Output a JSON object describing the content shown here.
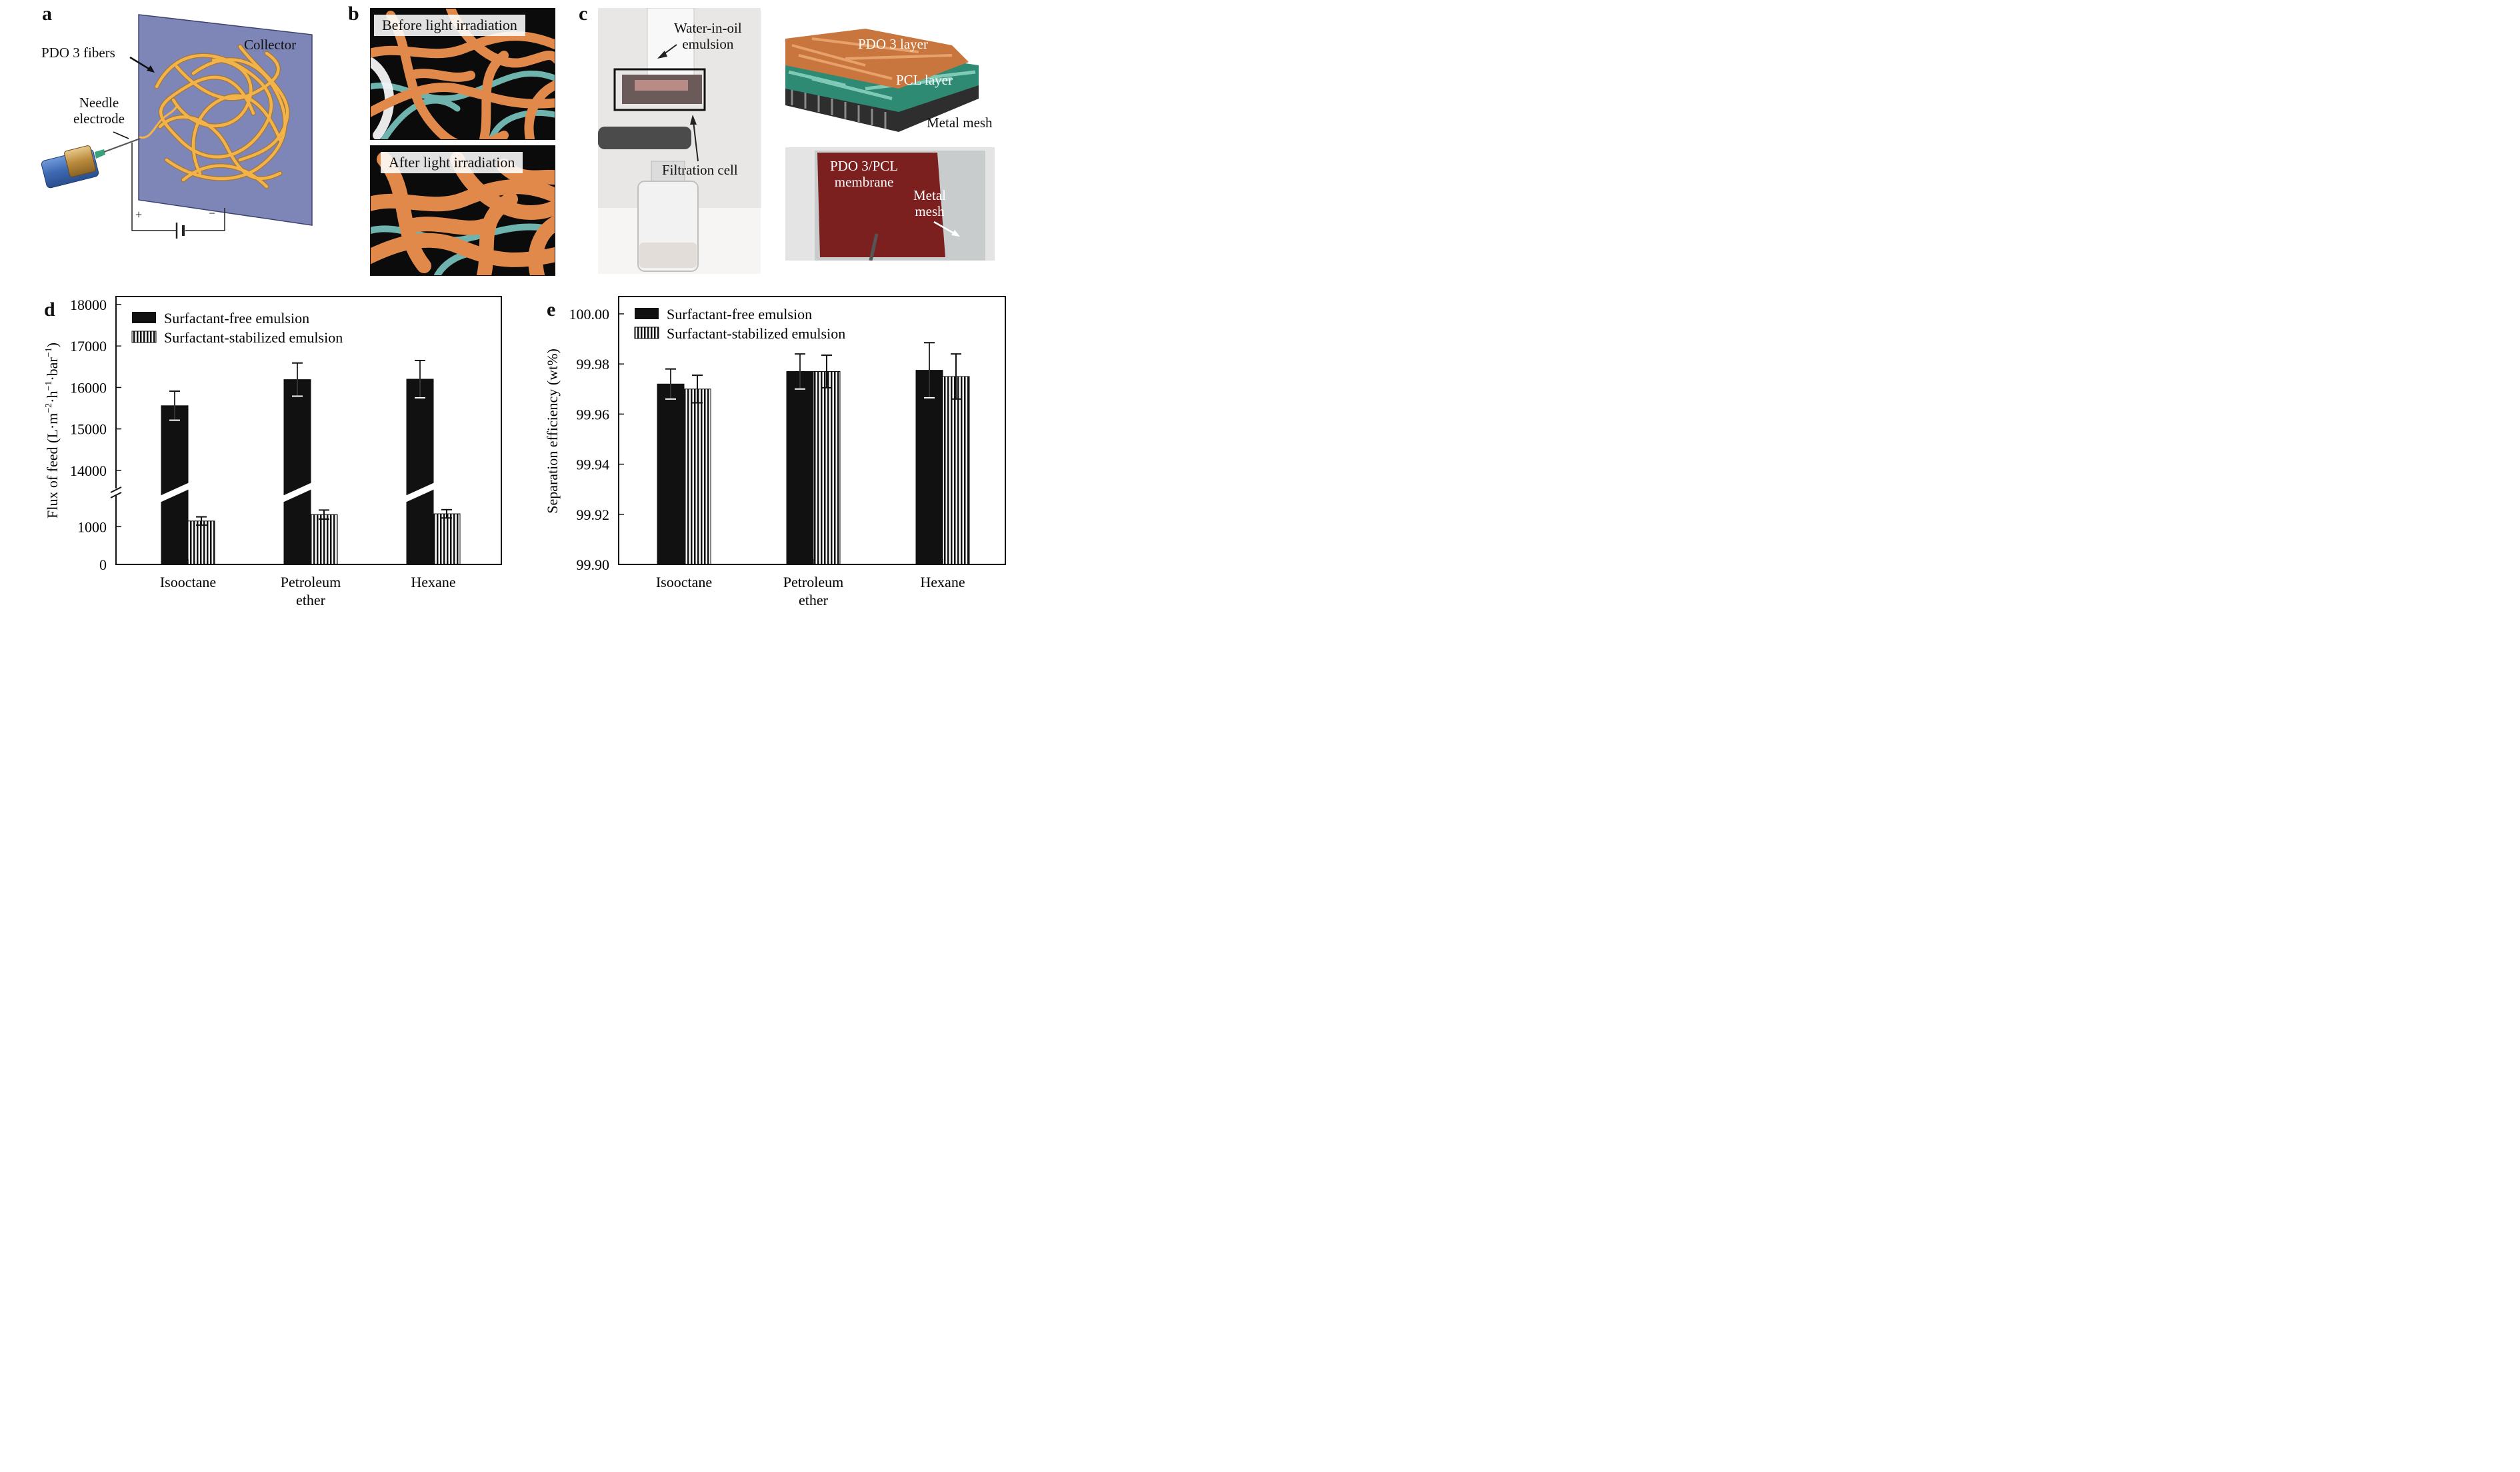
{
  "panels": {
    "a": "a",
    "b": "b",
    "c": "c",
    "d": "d",
    "e": "e"
  },
  "panel_a": {
    "fibers_label": "PDO 3 fibers",
    "collector_label": "Collector",
    "needle_label_1": "Needle",
    "needle_label_2": "electrode",
    "plus": "+",
    "minus": "−",
    "colors": {
      "collector": "#7e86b8",
      "fiber": "#f2b34a",
      "fiber_edge": "#c98a2a",
      "syringe": "#4d78bf"
    }
  },
  "panel_b": {
    "before_label": "Before light irradiation",
    "after_label": "After light irradiation",
    "colors": {
      "fiber_orange": "#e0894a",
      "fiber_teal": "#6fb3ae",
      "background": "#0b0b0b"
    }
  },
  "panel_c": {
    "emulsion_label_1": "Water-in-oil",
    "emulsion_label_2": "emulsion",
    "filtration_label": "Filtration cell",
    "pdo_layer_label": "PDO 3 layer",
    "pcl_layer_label": "PCL layer",
    "metal_mesh_label": "Metal mesh",
    "membrane_label_1": "PDO 3/PCL",
    "membrane_label_2": "membrane",
    "mesh_label_1": "Metal",
    "mesh_label_2": "mesh",
    "colors": {
      "membrane": "#7b1f1f",
      "pdo_layer": "#c9763e",
      "pcl_layer": "#2f8a74",
      "mesh": "#6e6e6e"
    }
  },
  "chart_data": [
    {
      "type": "bar",
      "panel": "d",
      "ylabel_main": "Flux of feed (L·m",
      "ylabel_sup1": "−2",
      "ylabel_mid1": "·h",
      "ylabel_sup2": "−1",
      "ylabel_mid2": "·bar",
      "ylabel_sup3": "−1",
      "ylabel_end": ")",
      "categories": [
        {
          "line1": "Isooctane",
          "line2": ""
        },
        {
          "line1": "Petroleum",
          "line2": "ether"
        },
        {
          "line1": "Hexane",
          "line2": ""
        }
      ],
      "series": [
        {
          "name": "Surfactant-free emulsion",
          "pattern": "solid",
          "values": [
            15560,
            16190,
            16200
          ],
          "errors": [
            350,
            400,
            450
          ]
        },
        {
          "name": "Surfactant-stabilized emulsion",
          "pattern": "vertical-stripes",
          "values": [
            1150,
            1320,
            1340
          ],
          "errors": [
            110,
            120,
            110
          ]
        }
      ],
      "axis_break": {
        "lower": [
          0,
          1500
        ],
        "upper": [
          13500,
          18000
        ]
      },
      "yticks": [
        0,
        1000,
        14000,
        15000,
        16000,
        17000,
        18000
      ],
      "ytick_labels": [
        "0",
        "1000",
        "14000",
        "15000",
        "16000",
        "17000",
        "18000"
      ],
      "legend_position": "top-left",
      "grid": false
    },
    {
      "type": "bar",
      "panel": "e",
      "ylabel": "Separation efficiency (wt%)",
      "categories": [
        {
          "line1": "Isooctane",
          "line2": ""
        },
        {
          "line1": "Petroleum",
          "line2": "ether"
        },
        {
          "line1": "Hexane",
          "line2": ""
        }
      ],
      "series": [
        {
          "name": "Surfactant-free emulsion",
          "pattern": "solid",
          "values": [
            99.972,
            99.977,
            99.9775
          ],
          "errors": [
            0.006,
            0.007,
            0.011
          ]
        },
        {
          "name": "Surfactant-stabilized emulsion",
          "pattern": "vertical-stripes",
          "values": [
            99.97,
            99.977,
            99.975
          ],
          "errors": [
            0.0055,
            0.0065,
            0.009
          ]
        }
      ],
      "ylim": [
        99.9,
        100.0
      ],
      "yticks": [
        99.9,
        99.92,
        99.94,
        99.96,
        99.98,
        100.0
      ],
      "ytick_labels": [
        "99.90",
        "99.92",
        "99.94",
        "99.96",
        "99.98",
        "100.00"
      ],
      "legend_position": "top-left",
      "grid": false
    }
  ]
}
